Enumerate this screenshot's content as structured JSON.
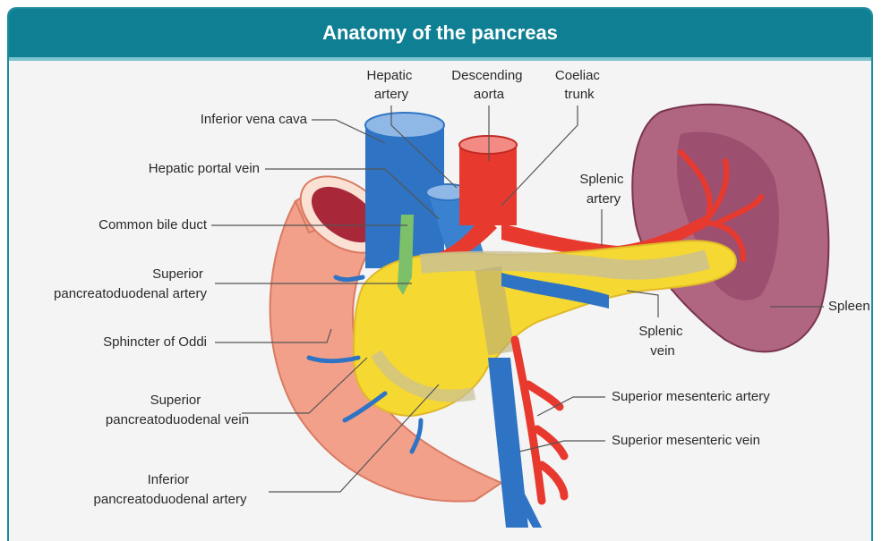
{
  "title": "Anatomy of the pancreas",
  "labels": {
    "hepatic_artery": [
      "Hepatic",
      "artery"
    ],
    "descending_aorta": [
      "Descending",
      "aorta"
    ],
    "coeliac_trunk": [
      "Coeliac",
      "trunk"
    ],
    "inferior_vena_cava": "Inferior vena cava",
    "hepatic_portal_vein": "Hepatic portal vein",
    "common_bile_duct": "Common bile duct",
    "superior_pd_artery": [
      "Superior",
      "pancreatoduodenal artery"
    ],
    "sphincter_of_oddi": "Sphincter of Oddi",
    "superior_pd_vein": [
      "Superior",
      "pancreatoduodenal vein"
    ],
    "inferior_pd_artery": [
      "Inferior",
      "pancreatoduodenal artery"
    ],
    "splenic_artery": [
      "Splenic",
      "artery"
    ],
    "splenic_vein": [
      "Splenic",
      "vein"
    ],
    "spleen": "Spleen",
    "superior_mesenteric_artery": "Superior mesenteric artery",
    "superior_mesenteric_vein": "Superior mesenteric vein"
  },
  "colors": {
    "header": "#0f7f93",
    "artery": "#e8392f",
    "vein": "#2f74c4",
    "pancreas": "#f6d832",
    "duodenum": "#f2a08a",
    "spleen": "#a85a78",
    "bile_duct": "#7cc06a"
  }
}
